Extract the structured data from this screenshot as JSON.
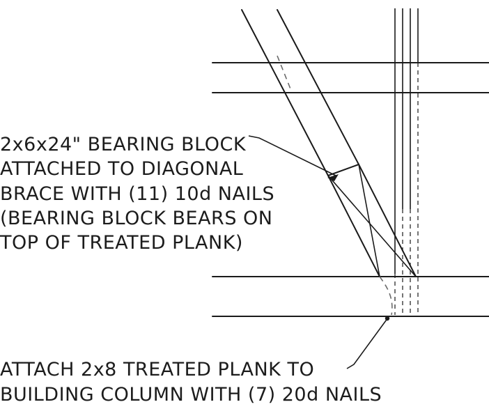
{
  "notes": {
    "bearing_block": {
      "lines": [
        "2x6x24\" BEARING BLOCK",
        "ATTACHED TO DIAGONAL",
        "BRACE WITH (11) 10d NAILS",
        "(BEARING BLOCK BEARS ON",
        "TOP OF TREATED PLANK)"
      ]
    },
    "treated_plank": {
      "lines": [
        "ATTACH 2x8 TREATED PLANK TO",
        "BUILDING COLUMN WITH (7) 20d NAILS"
      ]
    }
  }
}
